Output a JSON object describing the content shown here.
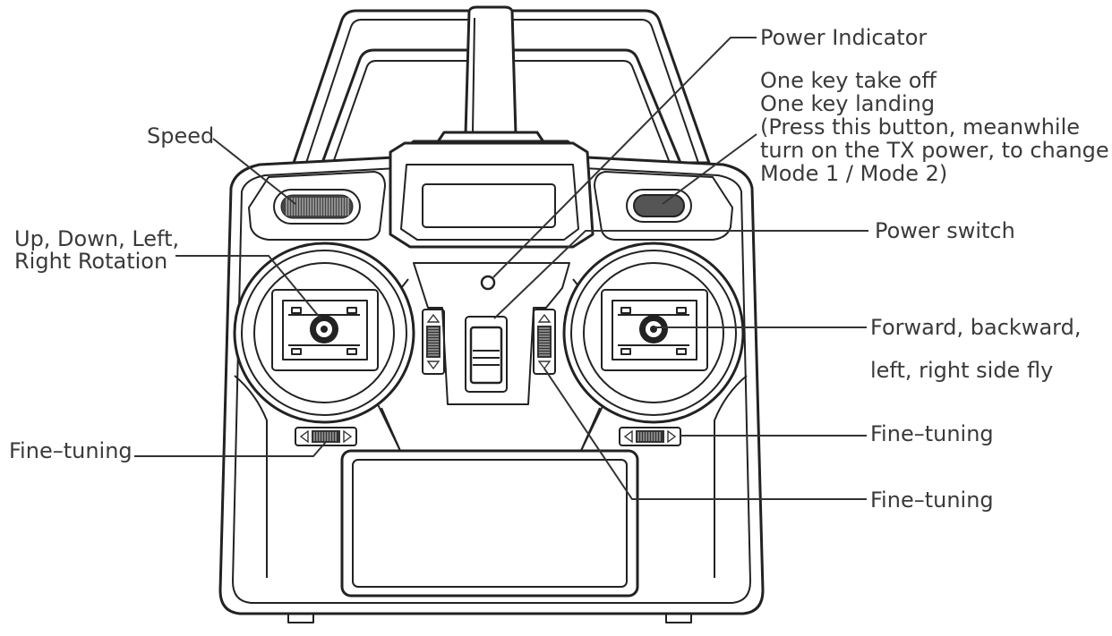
{
  "labels": {
    "power_indicator": "Power Indicator",
    "one_key_lines": [
      "One key take off",
      "One key landing",
      "(Press this button, meanwhile",
      "turn on the TX power, to change",
      "Mode 1 / Mode 2)"
    ],
    "speed": "Speed",
    "left_stick_lines": [
      "Up, Down, Left,",
      "Right Rotation"
    ],
    "power_switch": "Power switch",
    "right_stick_lines": [
      "Forward,  backward,",
      "left, right side fly"
    ],
    "fine_tuning_left": "Fine–tuning",
    "fine_tuning_right_horizontal": "Fine–tuning",
    "fine_tuning_right_vertical": "Fine–tuning"
  }
}
